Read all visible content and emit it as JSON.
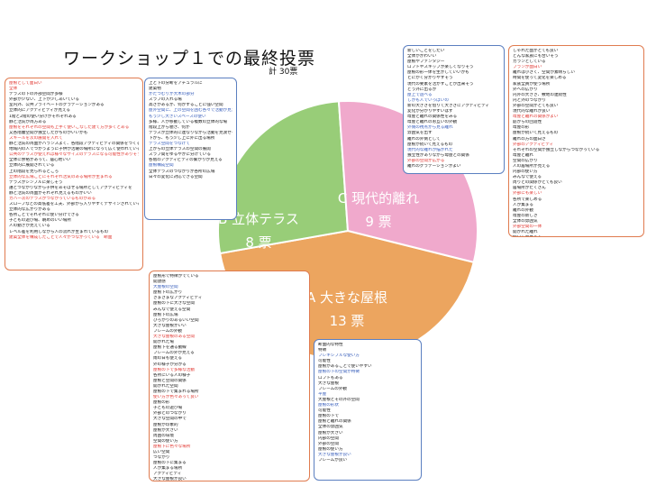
{
  "title": "ワークショップ１での最終投票",
  "total": "計 30票",
  "colors": {
    "A": "#eca55f",
    "B": "#98cd78",
    "C": "#f0a9cc",
    "border_red": "#e07b4f",
    "border_blue": "#5b7fc0"
  },
  "chart_data": {
    "type": "pie",
    "slices": [
      {
        "key": "A",
        "name": "A 大きな屋根",
        "label": "13 票",
        "value": 13
      },
      {
        "key": "B",
        "name": "B 立体テラス",
        "label": "8 票",
        "value": 8
      },
      {
        "key": "C",
        "name": "C 現代的離れ",
        "label": "9 票",
        "value": 9
      }
    ]
  },
  "comments": {
    "left": [
      {
        "c": "r",
        "t": "屋根として面白い"
      },
      {
        "c": "r",
        "t": "全体"
      },
      {
        "c": "k",
        "t": "テラスの下の外部空間が多様"
      },
      {
        "c": "k",
        "t": "外部が少ない、上下が少しあいている"
      },
      {
        "c": "k",
        "t": "室内外、公共プライベートのグラデーションがある"
      },
      {
        "c": "k",
        "t": "立体的にアクティビティが見える"
      },
      {
        "c": "k",
        "t": "1階と2階の使い分けがそれぞれある"
      },
      {
        "c": "k",
        "t": "静と活気が両方ある"
      },
      {
        "c": "r",
        "t": "屋根をそれぞれの空間も上手く使いこなした建て方が多くとある"
      },
      {
        "c": "k",
        "t": "又各階層空間が独立したかちのがいいかも"
      },
      {
        "c": "r",
        "t": "スキールを次の展開を入れて"
      },
      {
        "c": "k",
        "t": "静と活気の両面がバランスよく、各階段アクティビティの関係をつくる"
      },
      {
        "c": "k",
        "t": "地域内の人でつかうように子供が活躍の場所になって広く使われている？"
      },
      {
        "c": "r",
        "t": "公共のテラスが使えれば様々なサイズのテラスになる可能性がありそう"
      },
      {
        "c": "k",
        "t": "全体に余裕があって、居心地いい"
      },
      {
        "c": "k",
        "t": "立体的に展開されている"
      },
      {
        "c": "k",
        "t": "上の階段を見られるところ"
      },
      {
        "c": "r",
        "t": "立体的な広場ごとにそれぞれ活気のある場所が生まれる"
      },
      {
        "c": "k",
        "t": "テラスがシンプルに楽しそう"
      },
      {
        "c": "k",
        "t": "誰とつながりながら子供をあそばせる場所としてアクティビティを"
      },
      {
        "c": "k",
        "t": "静と活気の両面がそれぞれ見えるものがいい"
      },
      {
        "c": "r",
        "t": "カバー次のテラスがつながっているものがある"
      },
      {
        "c": "k",
        "t": "スロープなどの高低差を工夫、外部から入りやすくデザインされている"
      },
      {
        "c": "k",
        "t": "立体的な広がりがある"
      },
      {
        "c": "k",
        "t": "各所ごとでそれぞれに使い分けできる"
      },
      {
        "c": "k",
        "t": "子どもの遊び場、眺めのいい場所"
      },
      {
        "c": "k",
        "t": "人の動きが見えている"
      },
      {
        "c": "k",
        "t": "レベル差を利用しながら人の流れが生まれているもの"
      },
      {
        "c": "r",
        "t": "建築全体を構成したことで人々がつながっている　断面"
      }
    ],
    "midTop": [
      {
        "c": "k",
        "t": "上と下の分断をアチュラルに"
      },
      {
        "c": "k",
        "t": "建築物"
      },
      {
        "c": "b",
        "t": "かたつむりが大木の部分"
      },
      {
        "c": "k",
        "t": "スラブの入れる場"
      },
      {
        "c": "k",
        "t": "高さがあるが、何かすることに強い空間"
      },
      {
        "c": "b",
        "t": "屋外空間に、上の空間を囲む各々で活動が見える"
      },
      {
        "c": "b",
        "t": "もう少し大きいスペースの使い"
      },
      {
        "c": "k",
        "t": "多様、人が移動している複数の立体的な場"
      },
      {
        "c": "k",
        "t": "階段上から覗き、何か"
      },
      {
        "c": "k",
        "t": "テラスが立体的に連なりながら活動を見渡せる"
      },
      {
        "c": "k",
        "t": "下から、もう少し上に外に出る場所"
      },
      {
        "c": "b",
        "t": "テラス空間をつなげて"
      },
      {
        "c": "k",
        "t": "上からの立体テラスの空間の展開"
      },
      {
        "c": "k",
        "t": "スラブ間をゆるやかに分けている"
      },
      {
        "c": "k",
        "t": "各階のアクティビティの繋がりが見える"
      },
      {
        "c": "b",
        "t": "屋根構成空間"
      },
      {
        "c": "k",
        "t": "全体テラスのつながりが各所の広場"
      },
      {
        "c": "k",
        "t": "日々の変化に対応できる空間"
      }
    ],
    "rightMid": [
      {
        "c": "k",
        "t": "新しいことをしたい"
      },
      {
        "c": "k",
        "t": "全体がかわいい"
      },
      {
        "c": "k",
        "t": "屋根やファンタジー"
      },
      {
        "c": "k",
        "t": "ロフトやスキップが楽しくなりそう"
      },
      {
        "c": "k",
        "t": "屋根の形一体を生かしていいかも"
      },
      {
        "c": "k",
        "t": "とにかく分かりやすそう"
      },
      {
        "c": "k",
        "t": "現代の要素を活かすことが出来そう"
      },
      {
        "c": "k",
        "t": "どう外に出るか"
      },
      {
        "c": "b",
        "t": "屋上で遊べる"
      },
      {
        "c": "b",
        "t": "しかも人でいっぱいの"
      },
      {
        "c": "k",
        "t": "新の大きさを借りて大きさにアクティビティ"
      },
      {
        "c": "k",
        "t": "変化が分かりやすいはず"
      },
      {
        "c": "k",
        "t": "母屋と離れの関係性をみる"
      },
      {
        "c": "k",
        "t": "母屋と離れのお互いの外観"
      },
      {
        "c": "b",
        "t": "外側の視点から見る離れ"
      },
      {
        "c": "k",
        "t": "雰囲気を出す"
      },
      {
        "c": "k",
        "t": "離れの外側として"
      },
      {
        "c": "k",
        "t": "屋根が続いて見えるもの"
      },
      {
        "c": "b",
        "t": "現代的な離れが描かれた"
      },
      {
        "c": "k",
        "t": "独立性がありながら母屋との関係"
      },
      {
        "c": "r",
        "t": "外部の空間が広がる"
      },
      {
        "c": "k",
        "t": "離れのグラデーションがよい"
      }
    ],
    "farRight": [
      {
        "c": "k",
        "t": "しゃれた面がとても良い"
      },
      {
        "c": "k",
        "t": "どんな家族にも合いそう"
      },
      {
        "c": "k",
        "t": "ガランとしている"
      },
      {
        "c": "r",
        "t": "プランが面白い"
      },
      {
        "c": "k",
        "t": "離れは小さく、空間が素晴らしい"
      },
      {
        "c": "k",
        "t": "時間を使って変化を楽しめる"
      },
      {
        "c": "k",
        "t": "家族全員が使う場所"
      },
      {
        "c": "k",
        "t": "外への広がり"
      },
      {
        "c": "k",
        "t": "内外の大きさ、敷地の連続性"
      },
      {
        "c": "k",
        "t": "内と外のつながり"
      },
      {
        "c": "k",
        "t": "外部の空間がとても良い"
      },
      {
        "c": "k",
        "t": "現代的な離れが良い"
      },
      {
        "c": "r",
        "t": "母屋と離れの関係がよい"
      },
      {
        "c": "k",
        "t": "庭からの回遊性"
      },
      {
        "c": "k",
        "t": "母屋の形"
      },
      {
        "c": "k",
        "t": "屋根が続いて見えるもの"
      },
      {
        "c": "k",
        "t": "離れの方の面白さ"
      },
      {
        "c": "r",
        "t": "外部のアクティビティ"
      },
      {
        "c": "k",
        "t": "それぞれの空間が独立しながらつながっている"
      },
      {
        "c": "k",
        "t": "母屋と離れ"
      },
      {
        "c": "k",
        "t": "空間の広がり"
      },
      {
        "c": "k",
        "t": "人の居場所が見える"
      },
      {
        "c": "k",
        "t": "内部の使い方"
      },
      {
        "c": "k",
        "t": "みんなで使える"
      },
      {
        "c": "k",
        "t": "周りとの関係がとても良い"
      },
      {
        "c": "k",
        "t": "居場所がたくさん"
      },
      {
        "c": "r",
        "t": "外部にも楽しい"
      },
      {
        "c": "k",
        "t": "各所で楽しめる"
      },
      {
        "c": "k",
        "t": "人が集まる"
      },
      {
        "c": "k",
        "t": "離れの外観"
      },
      {
        "c": "k",
        "t": "母屋の新しさ"
      },
      {
        "c": "k",
        "t": "全体の雰囲気"
      },
      {
        "c": "r",
        "t": "外部空間の一体"
      },
      {
        "c": "k",
        "t": "開かれた離れ"
      },
      {
        "c": "k",
        "t": "使い方が見える"
      },
      {
        "c": "k",
        "t": "家族の居場所"
      },
      {
        "c": "r",
        "t": "離れのつながり"
      },
      {
        "c": "k",
        "t": "時間的な変化"
      }
    ],
    "bottomMid": [
      {
        "c": "k",
        "t": "屋根形で特徴がでている"
      },
      {
        "c": "k",
        "t": "開放感"
      },
      {
        "c": "b",
        "t": "大屋根の空間"
      },
      {
        "c": "k",
        "t": "屋根下の広がり"
      },
      {
        "c": "k",
        "t": "さまざまなアクティビティ"
      },
      {
        "c": "k",
        "t": "屋根の下に大きな空間"
      },
      {
        "c": "k",
        "t": "みんなで使える空間"
      },
      {
        "c": "k",
        "t": "屋根下の広場"
      },
      {
        "c": "k",
        "t": "ひろがりのあるいい空間"
      },
      {
        "c": "k",
        "t": "大きな屋根がいい"
      },
      {
        "c": "k",
        "t": "フレームの外観"
      },
      {
        "c": "r",
        "t": "大きな屋根のある空間"
      },
      {
        "c": "k",
        "t": "開かれた場"
      },
      {
        "c": "k",
        "t": "屋根下を通る動線"
      },
      {
        "c": "k",
        "t": "フレームの外が見える"
      },
      {
        "c": "k",
        "t": "雨の日も使える"
      },
      {
        "c": "k",
        "t": "外の様子が分かる"
      },
      {
        "c": "r",
        "t": "屋根の下で多様な活動"
      },
      {
        "c": "k",
        "t": "各所にいる人の様子"
      },
      {
        "c": "k",
        "t": "屋根と空間の関係"
      },
      {
        "c": "k",
        "t": "開かれた空間"
      },
      {
        "c": "k",
        "t": "屋根の下で集まれる場所"
      },
      {
        "c": "r",
        "t": "使い方が色々あって良い"
      },
      {
        "c": "k",
        "t": "屋根の形"
      },
      {
        "c": "k",
        "t": "子どもの遊び場"
      },
      {
        "c": "k",
        "t": "外部とのつながり"
      },
      {
        "c": "k",
        "t": "大きな空間の中で"
      },
      {
        "c": "k",
        "t": "屋根が印象的"
      },
      {
        "c": "k",
        "t": "屋根が大きい"
      },
      {
        "c": "k",
        "t": "周囲の環境"
      },
      {
        "c": "k",
        "t": "空間の使い方"
      },
      {
        "c": "r",
        "t": "屋根下に色々な場所"
      },
      {
        "c": "k",
        "t": "広い空間"
      },
      {
        "c": "k",
        "t": "つながり"
      },
      {
        "c": "k",
        "t": "屋根の下に集まる"
      },
      {
        "c": "k",
        "t": "人が集まる場所"
      },
      {
        "c": "k",
        "t": "アクティビティ"
      },
      {
        "c": "k",
        "t": "大きな屋根が良い"
      },
      {
        "c": "k",
        "t": "つながる空間"
      }
    ],
    "bottomRight": [
      {
        "c": "k",
        "t": "断面的な特性"
      },
      {
        "c": "k",
        "t": "特徴"
      },
      {
        "c": "b",
        "t": "フレキシブルな使い方"
      },
      {
        "c": "k",
        "t": "可能性"
      },
      {
        "c": "k",
        "t": "屋根があることで使いやすい"
      },
      {
        "c": "b",
        "t": "屋根の下の空間が特徴"
      },
      {
        "c": "k",
        "t": "ロフトもある"
      },
      {
        "c": "k",
        "t": "大きな屋根"
      },
      {
        "c": "k",
        "t": "フレームの外観"
      },
      {
        "c": "b",
        "t": "平屋"
      },
      {
        "c": "k",
        "t": "大屋根とその外の空間"
      },
      {
        "c": "b",
        "t": "屋根の形状"
      },
      {
        "c": "k",
        "t": "可能性"
      },
      {
        "c": "k",
        "t": "屋根の下で"
      },
      {
        "c": "k",
        "t": "屋根と離れの関係"
      },
      {
        "c": "k",
        "t": "全体の雰囲気"
      },
      {
        "c": "k",
        "t": "屋根が大きい"
      },
      {
        "c": "k",
        "t": "内部の空間"
      },
      {
        "c": "k",
        "t": "外部の空間"
      },
      {
        "c": "k",
        "t": "屋根の使い方"
      },
      {
        "c": "b",
        "t": "大きな屋根が良い"
      },
      {
        "c": "k",
        "t": "フレームが良い"
      }
    ]
  }
}
